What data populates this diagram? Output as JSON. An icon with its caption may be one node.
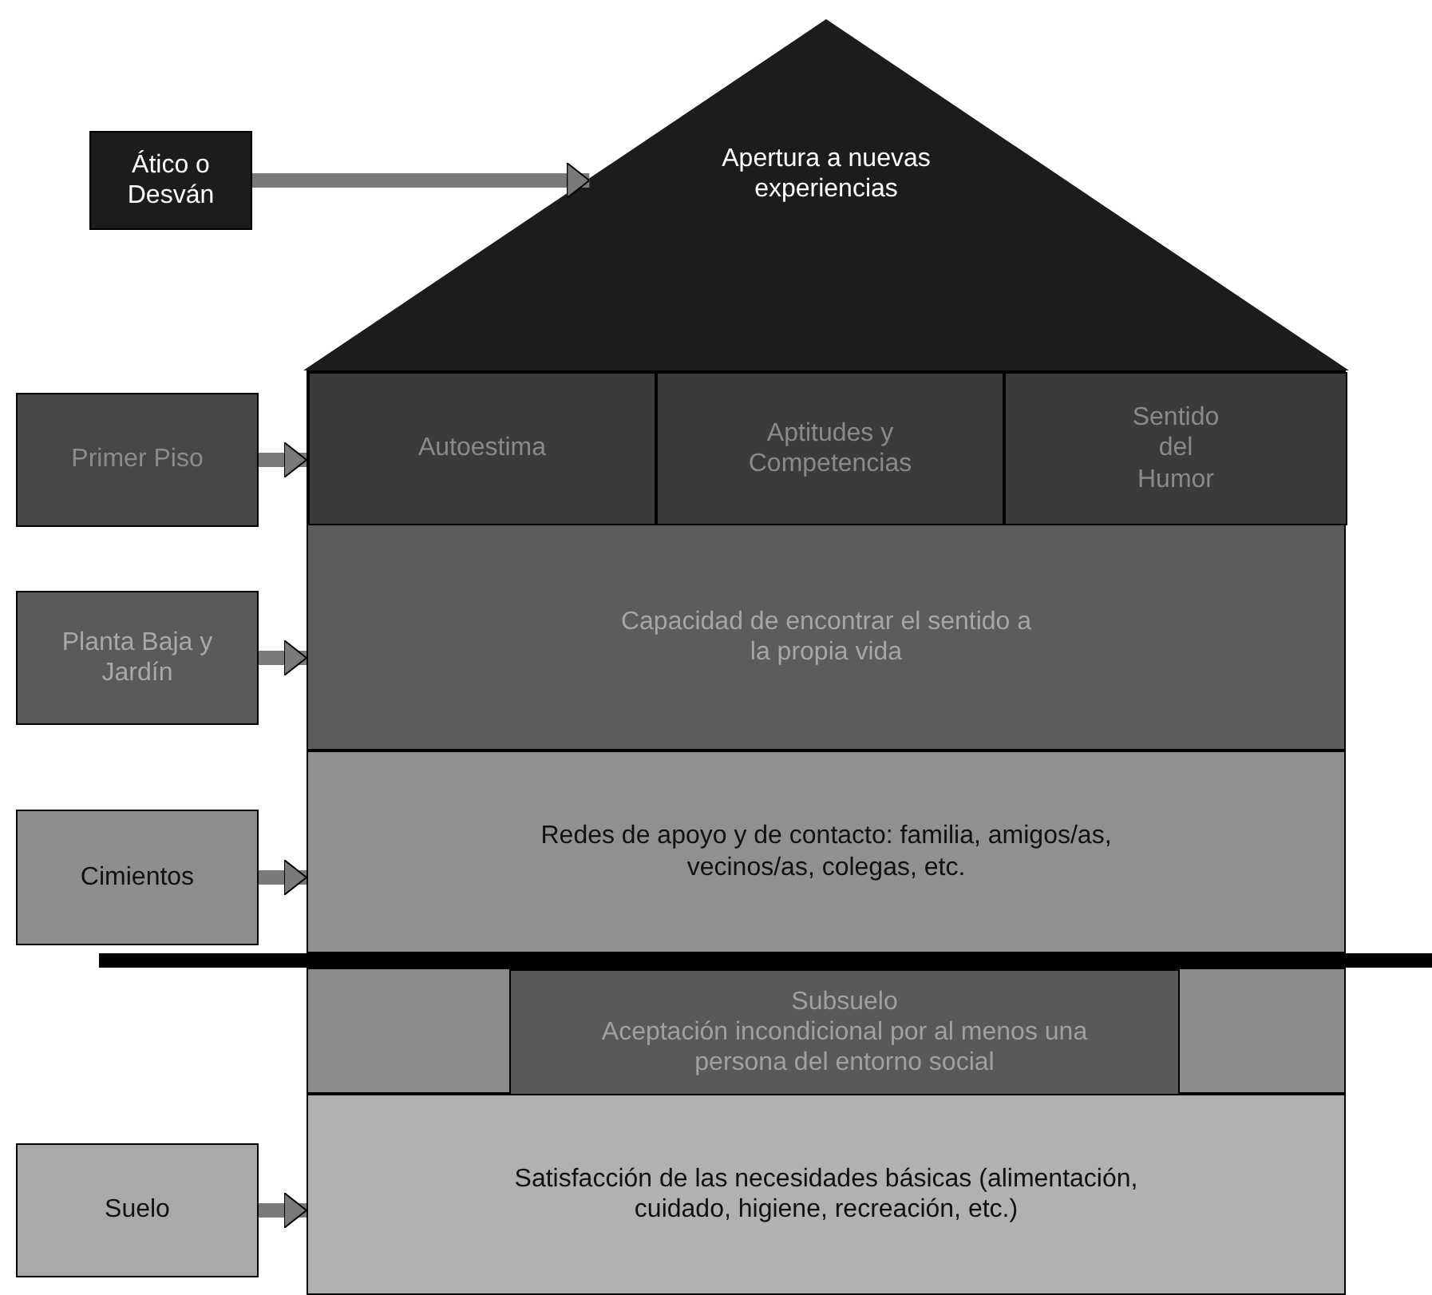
{
  "diagram": {
    "nodes": [
      {
        "text": [
          "Ático o Desván"
        ]
      },
      {
        "text": [
          "Apertura a nuevas experiencias"
        ]
      },
      {
        "text": [
          "Primer Piso"
        ]
      },
      {
        "text": [],
        "shape": "box"
      },
      {
        "text": [
          "Autoestima"
        ],
        "in": 3
      },
      {
        "text": [
          "Aptitudes y Competencias"
        ],
        "in": 3
      },
      {
        "text": [
          "Sentido del Humor"
        ],
        "in": 3
      },
      {
        "text": [
          "Planta Baja y Jardín"
        ]
      },
      {
        "text": [
          "Capacidad de encontrar el sentido a la propia vida"
        ]
      },
      {
        "text": [
          "Cimientos"
        ]
      },
      {
        "text": [
          "Redes de apoyo y de contacto: familia, amigos/as, vecinos/as, colegas, etc."
        ]
      },
      {
        "text": [],
        "shape": "box"
      },
      {
        "text": [
          "Subsuelo",
          "Aceptación incondicional por al menos una persona del entorno social"
        ],
        "in": 11
      },
      {
        "text": [
          "Suelo"
        ]
      },
      {
        "text": [
          "Satisfacción de las necesidades básicas (alimentación, cuidado, higiene, recreación, etc.)"
        ]
      }
    ],
    "edges": [
      {
        "from": 0,
        "to": 1,
        "arrow": "to"
      },
      {
        "from": 2,
        "to": 3,
        "arrow": "to"
      },
      {
        "from": 7,
        "to": 8,
        "arrow": "to"
      },
      {
        "from": 9,
        "to": 10,
        "arrow": "to"
      },
      {
        "from": 13,
        "to": 14,
        "arrow": "to"
      }
    ]
  }
}
